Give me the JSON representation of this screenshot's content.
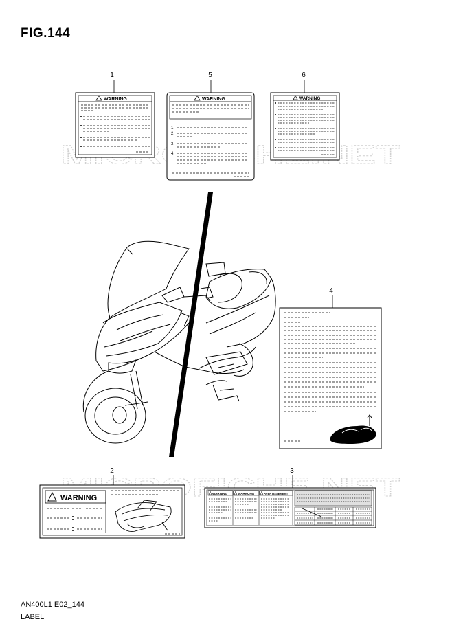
{
  "figure_title": "FIG.144",
  "watermark": "MICROFICHE.NET",
  "footer": {
    "code": "AN400L1 E02_144",
    "description": "LABEL"
  },
  "callouts": [
    "1",
    "5",
    "6",
    "4",
    "2",
    "3"
  ],
  "labels": {
    "warning_text": "WARNING",
    "warnung_text": "WARNUNG",
    "avertissement_text": "AVERTISSEMENT"
  }
}
